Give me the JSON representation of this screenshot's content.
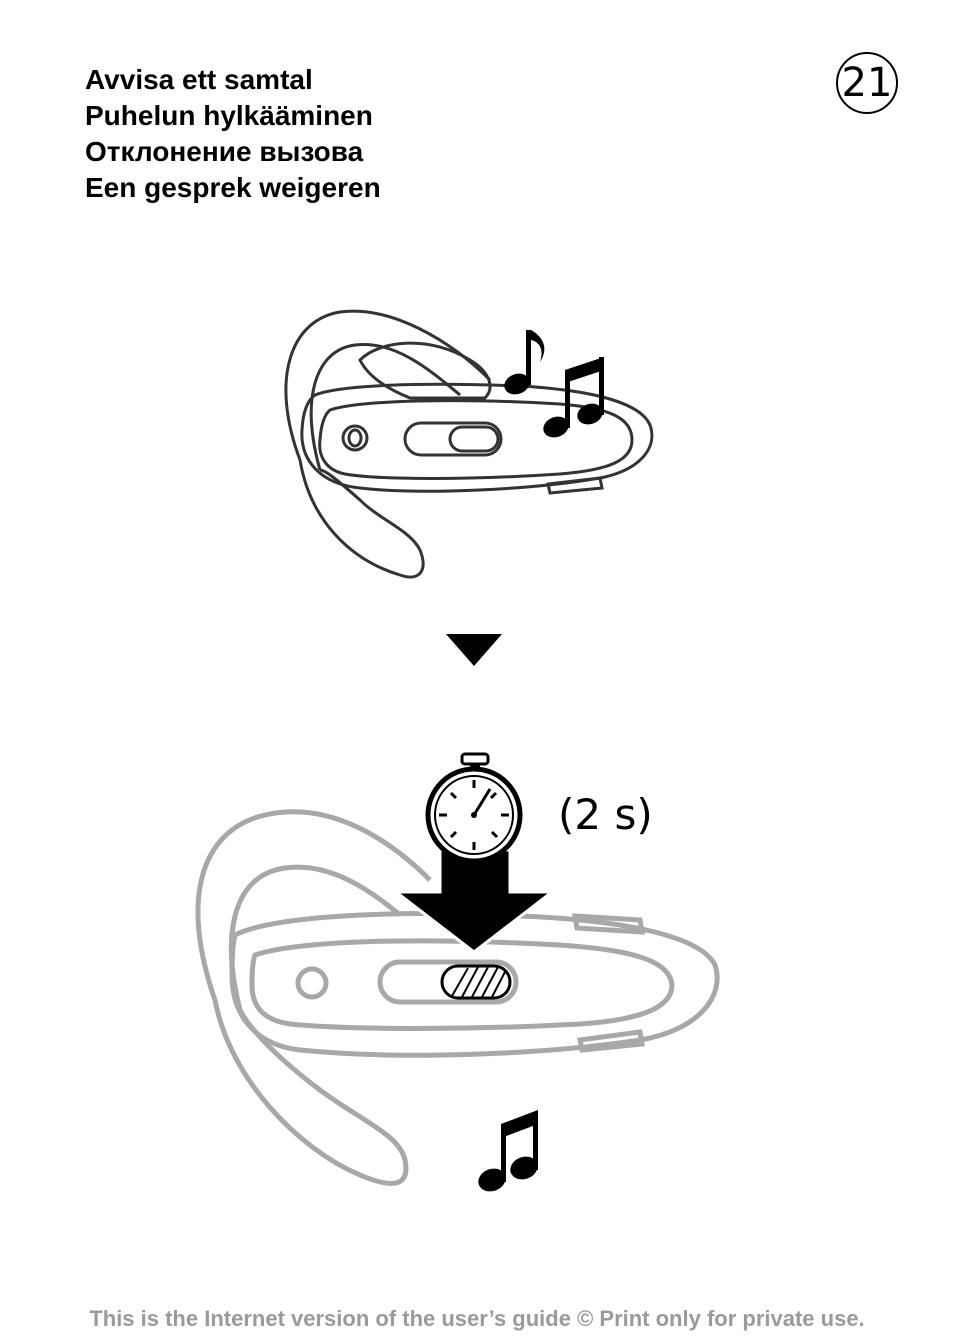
{
  "header": {
    "titles": [
      "Avvisa ett samtal",
      "Puhelun hylkääminen",
      "Отклонение вызова",
      "Een gesprek weigeren"
    ],
    "page_number": "21"
  },
  "step2": {
    "duration_label": "(2 s)"
  },
  "footer": {
    "note": "This is the Internet version of the user’s guide © Print only for private use."
  },
  "colors": {
    "ink": "#000000",
    "gray_device": "#a8a8a8",
    "footer_text": "#9a9a9a"
  },
  "icons": [
    "music-notes-icon",
    "arrow-down-icon",
    "stopwatch-icon",
    "press-arrow-icon",
    "music-note-icon"
  ]
}
